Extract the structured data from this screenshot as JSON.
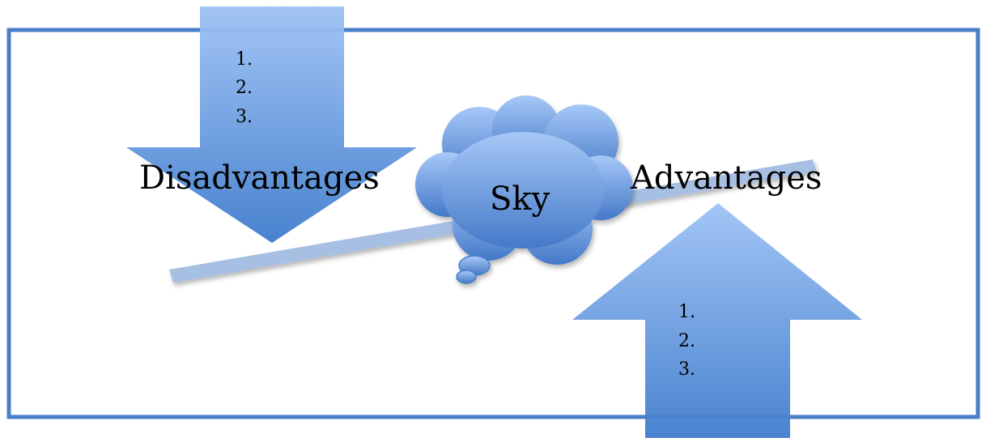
{
  "diagram": {
    "center_label": "Sky",
    "left": {
      "heading": "Disadvantages",
      "items": [
        "1.",
        "2.",
        "3."
      ]
    },
    "right": {
      "heading": "Advantages",
      "items": [
        "1.",
        "2.",
        "3."
      ]
    }
  },
  "colors": {
    "frame": "#4a7fc8",
    "arrow_top": "#9ec2f5",
    "arrow_bottom": "#3f7ccc",
    "lever": "#a6bfe3",
    "cloud_top": "#a7c8f7",
    "cloud_bottom": "#4479c8"
  }
}
